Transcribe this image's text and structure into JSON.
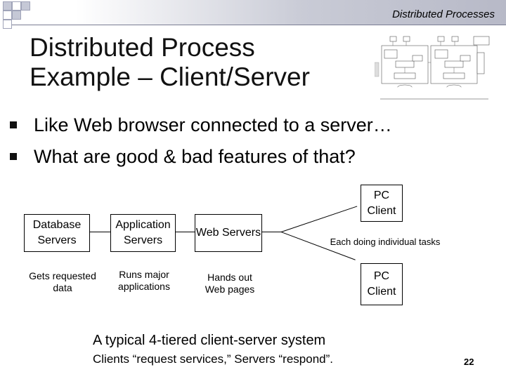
{
  "header": {
    "title": "Distributed Processes"
  },
  "slide": {
    "title_line1": "Distributed Process",
    "title_line2": "Example – Client/Server",
    "bullets": [
      "Like Web browser connected to a server…",
      "What are good & bad features of that?"
    ]
  },
  "diagram": {
    "nodes": {
      "database": "Database Servers",
      "application": "Application Servers",
      "web": "Web Servers",
      "pc_top": "PC Client",
      "pc_bottom": "PC Client"
    },
    "descriptions": {
      "database": "Gets requested data",
      "application": "Runs major applications",
      "web": "Hands out Web pages",
      "clients": "Each doing individual tasks"
    }
  },
  "figure": {
    "description_icon": "architecture-diagram-thumbnail"
  },
  "caption": "A typical 4-tiered client-server system",
  "subcaption": "Clients “request services,” Servers “respond”.",
  "page_number": "22"
}
